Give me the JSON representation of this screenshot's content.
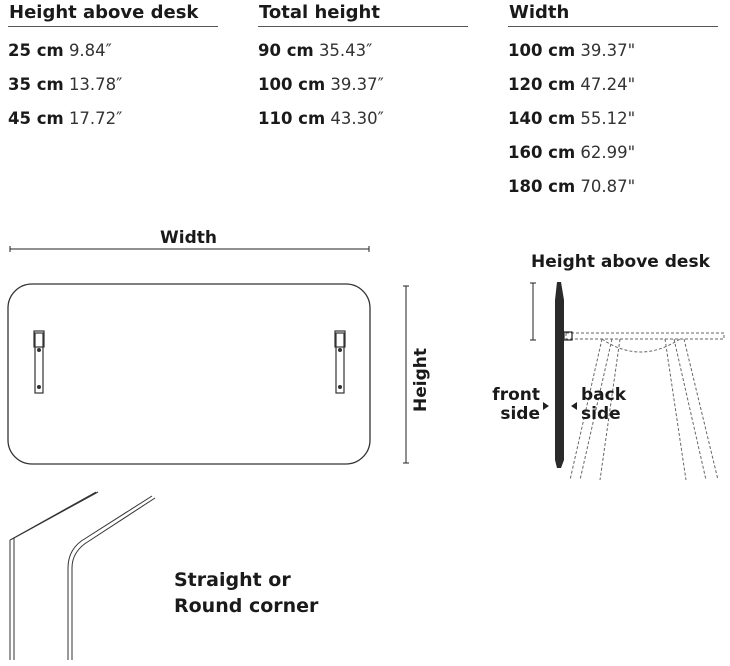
{
  "columns": [
    {
      "header": "Height above desk",
      "rows": [
        {
          "cm": "25 cm",
          "inch": "9.84″"
        },
        {
          "cm": "35 cm",
          "inch": "13.78″"
        },
        {
          "cm": "45 cm",
          "inch": "17.72″"
        }
      ]
    },
    {
      "header": "Total height",
      "rows": [
        {
          "cm": "90 cm",
          "inch": "35.43″"
        },
        {
          "cm": "100 cm",
          "inch": "39.37″"
        },
        {
          "cm": "110 cm",
          "inch": "43.30″"
        }
      ]
    },
    {
      "header": "Width",
      "rows": [
        {
          "cm": "100 cm",
          "inch": "39.37\""
        },
        {
          "cm": "120 cm",
          "inch": "47.24\""
        },
        {
          "cm": "140 cm",
          "inch": "55.12\""
        },
        {
          "cm": "160 cm",
          "inch": "62.99\""
        },
        {
          "cm": "180 cm",
          "inch": "70.87\""
        }
      ]
    }
  ],
  "diagram": {
    "width_label": "Width",
    "height_label": "Height",
    "height_above_desk_label": "Height above desk",
    "front_side_line1": "front",
    "front_side_line2": "side",
    "back_side_line1": "back",
    "back_side_line2": "side",
    "corner_label_line1": "Straight or",
    "corner_label_line2": "Round corner"
  }
}
